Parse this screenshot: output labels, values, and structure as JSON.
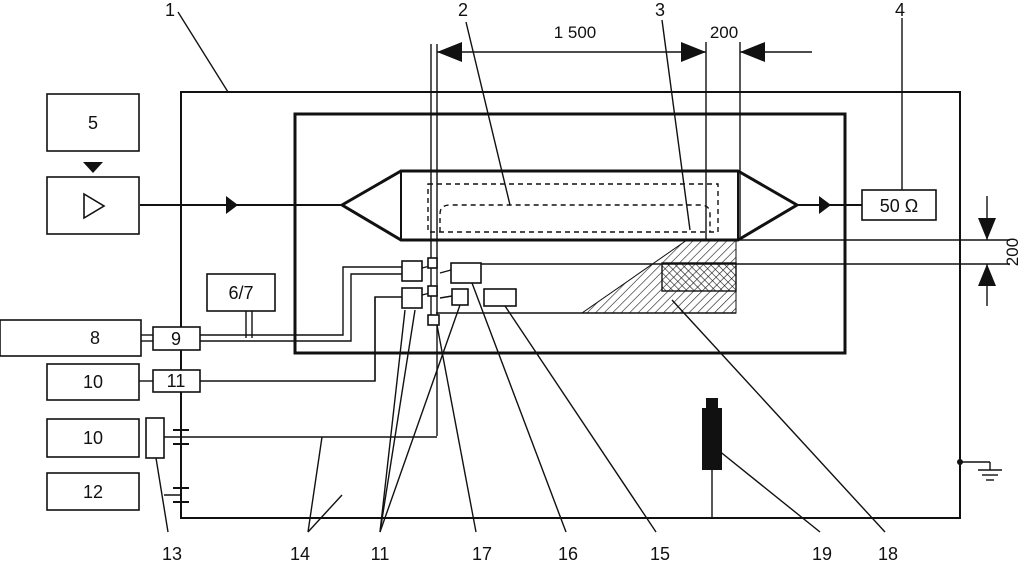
{
  "callouts": {
    "c1": "1",
    "c2": "2",
    "c3": "3",
    "c4": "4",
    "c13": "13",
    "c14": "14",
    "c11": "11",
    "c17": "17",
    "c16": "16",
    "c15": "15",
    "c19": "19",
    "c18": "18"
  },
  "dimensions": {
    "length_main": "1 500",
    "length_taper": "200",
    "gap_vertical": "200"
  },
  "boxes": {
    "b5": "5",
    "b8": "8",
    "b9": "9",
    "b10_top": "10",
    "b11": "11",
    "b10_bottom": "10",
    "b12": "12",
    "b67": "6/7",
    "load": "50 Ω"
  },
  "icons": {
    "amplifier": "amplifier-triangle-icon",
    "ground": "ground-icon",
    "probe": "probe-icon"
  }
}
